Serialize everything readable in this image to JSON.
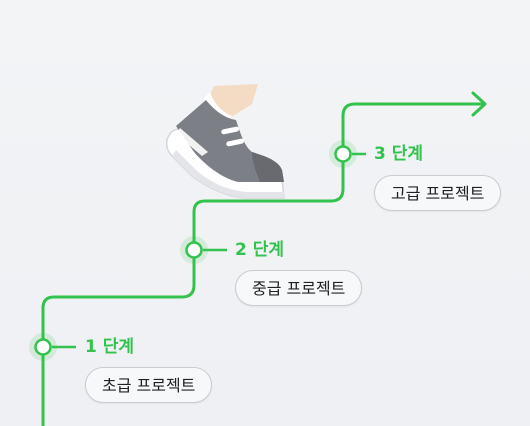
{
  "accent_color": "#33c24d",
  "illustration": "sneaker-icon",
  "steps": [
    {
      "label": "1 단계",
      "project": "초급 프로젝트"
    },
    {
      "label": "2 단계",
      "project": "중급 프로젝트"
    },
    {
      "label": "3 단계",
      "project": "고급 프로젝트"
    }
  ]
}
